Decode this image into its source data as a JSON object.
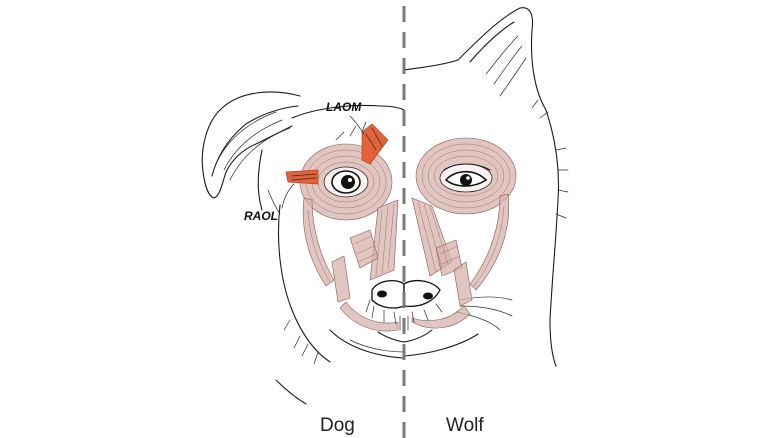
{
  "labels": {
    "laom": "LAOM",
    "raol": "RAOL",
    "left_side": "Dog",
    "right_side": "Wolf"
  },
  "colors": {
    "muscle": "#d7b2ac",
    "muscle_stroke": "#8a5b55",
    "highlight_muscle": "#e2623a",
    "divider": "#7a7a7a",
    "ink": "#1a1a1a"
  }
}
